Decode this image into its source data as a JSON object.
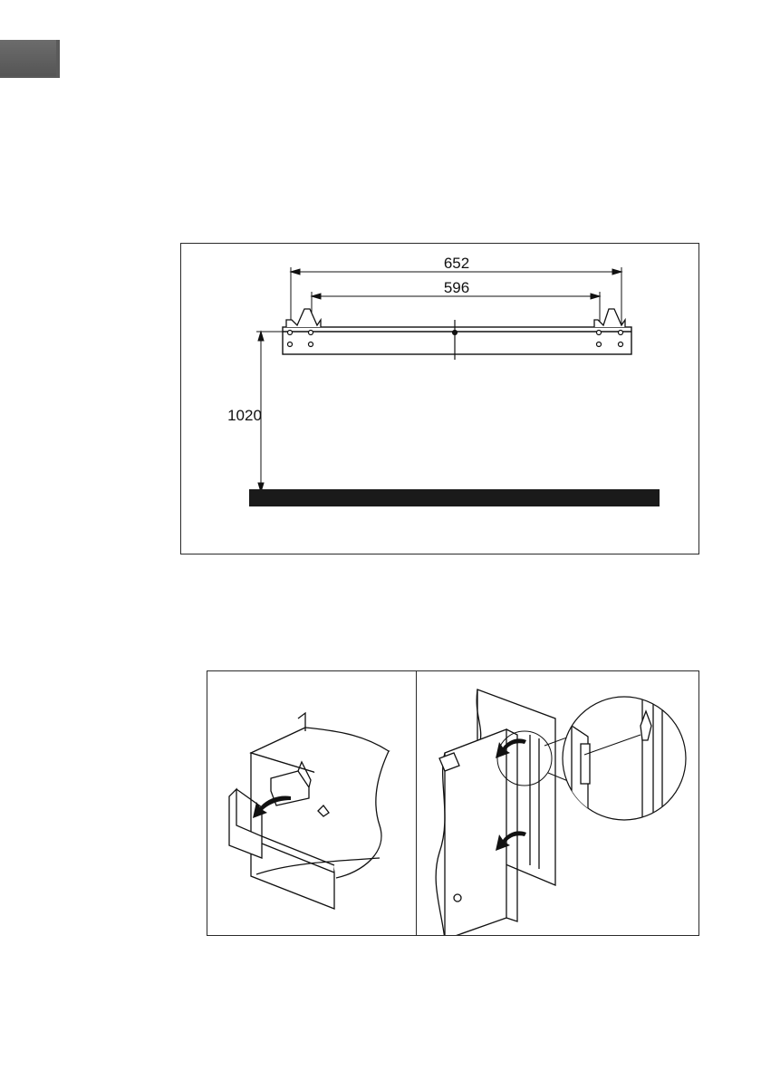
{
  "page": {
    "language_tab": ""
  },
  "figures": {
    "bracket_dimensions": {
      "total_width": "652",
      "hole_spacing": "596",
      "mount_height": "1020"
    },
    "mounting_steps": {
      "left_panel": "remove-cover",
      "right_panel": "hook-onto-bracket"
    }
  }
}
